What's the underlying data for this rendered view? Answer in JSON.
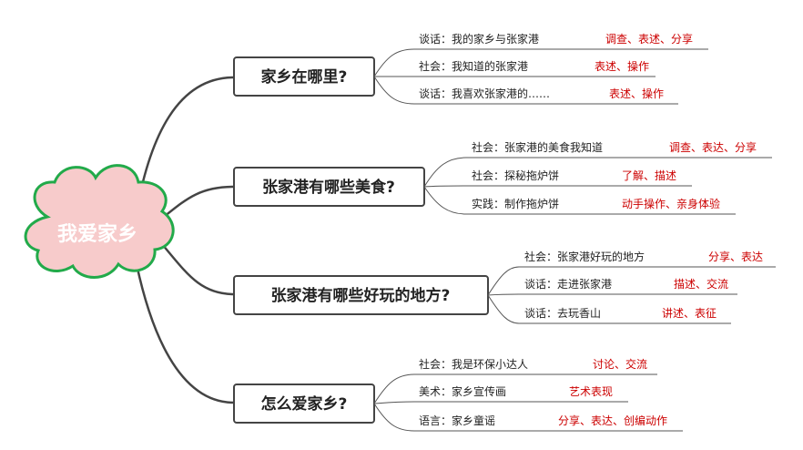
{
  "root": {
    "label": "我爱家乡",
    "cloud_fill": "#f7cbcb",
    "cloud_stroke": "#22aa4a"
  },
  "colors": {
    "tag": "#cc0000",
    "line": "#444444"
  },
  "topics": [
    {
      "label": "家乡在哪里?",
      "items": [
        {
          "text": "谈话：我的家乡与张家港",
          "tags": "调查、表述、分享"
        },
        {
          "text": "社会：我知道的张家港",
          "tags": "表述、操作"
        },
        {
          "text": "谈话：我喜欢张家港的……",
          "tags": "表述、操作"
        }
      ]
    },
    {
      "label": "张家港有哪些美食?",
      "items": [
        {
          "text": "社会：张家港的美食我知道",
          "tags": "调查、表达、分享"
        },
        {
          "text": "社会：探秘拖炉饼",
          "tags": "了解、描述"
        },
        {
          "text": "实践：制作拖炉饼",
          "tags": "动手操作、亲身体验"
        }
      ]
    },
    {
      "label": "张家港有哪些好玩的地方?",
      "items": [
        {
          "text": "社会：张家港好玩的地方",
          "tags": "分享、表达"
        },
        {
          "text": "谈话：走进张家港",
          "tags": "描述、交流"
        },
        {
          "text": "谈话：去玩香山",
          "tags": "讲述、表征"
        }
      ]
    },
    {
      "label": "怎么爱家乡?",
      "items": [
        {
          "text": "社会：我是环保小达人",
          "tags": "讨论、交流"
        },
        {
          "text": "美术：家乡宣传画",
          "tags": "艺术表现"
        },
        {
          "text": "语言：家乡童谣",
          "tags": "分享、表达、创编动作"
        }
      ]
    }
  ]
}
